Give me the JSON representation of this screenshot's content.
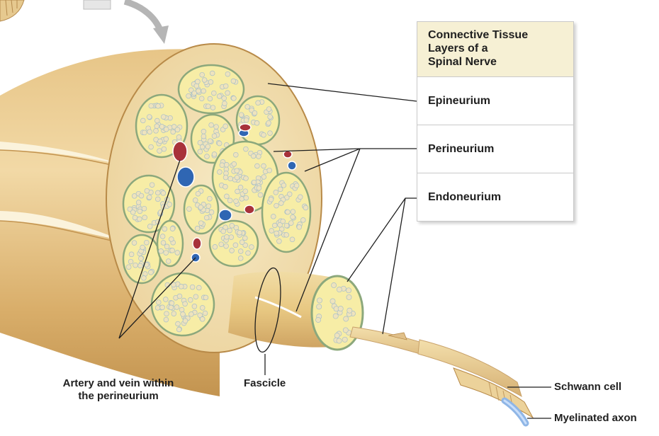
{
  "legend": {
    "title_lines": [
      "Connective Tissue",
      "Layers of a",
      "Spinal Nerve"
    ],
    "rows": [
      "Epineurium",
      "Perineurium",
      "Endoneurium"
    ]
  },
  "labels": {
    "artery_vein_line1": "Artery and vein within",
    "artery_vein_line2": "the perineurium",
    "fascicle": "Fascicle",
    "schwann_cell": "Schwann cell",
    "myelinated_axon": "Myelinated axon"
  },
  "colors": {
    "nerve_tan": "#e9c98d",
    "nerve_shadow": "#c99a52",
    "fascicle_fill": "#f7eda6",
    "perineurium_green": "#8ca87c",
    "axon_dot": "#eee3bd",
    "artery_red": "#a8323a",
    "vein_blue": "#2f66b3",
    "axon_blue": "#8fb6e6",
    "legend_header_bg": "#f6f0d4"
  }
}
